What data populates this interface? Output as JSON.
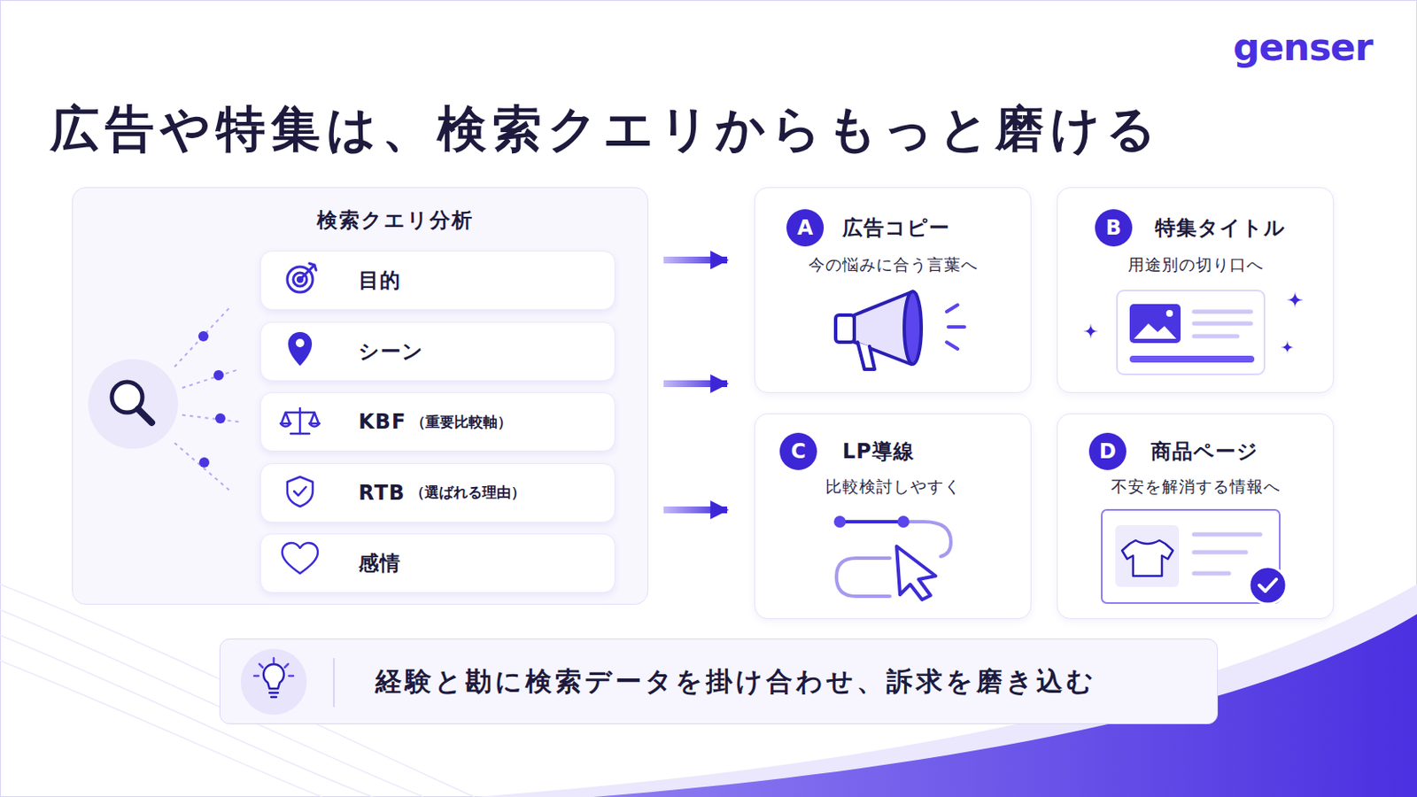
{
  "diagram": {
    "title": "広告や特集は、検索クエリからもっと磨ける",
    "nodes": [
      {
        "text": [
          "検索クエリ分析"
        ]
      },
      {
        "text": [
          "目的"
        ],
        "in": 0
      },
      {
        "text": [
          "シーン"
        ],
        "in": 0
      },
      {
        "text": [
          "KBF",
          "（重要比較軸）"
        ],
        "in": 0
      },
      {
        "text": [
          "RTB",
          "（選ばれる理由）"
        ],
        "in": 0
      },
      {
        "text": [
          "感情"
        ],
        "in": 0
      },
      {
        "text": [
          "広告コピー",
          "今の悩みに合う言葉へ"
        ]
      },
      {
        "text": [
          "A"
        ],
        "in": 6
      },
      {
        "text": [
          "特集タイトル",
          "用途別の切り口へ"
        ]
      },
      {
        "text": [
          "B"
        ],
        "in": 8
      },
      {
        "text": [
          "LP導線",
          "比較検討しやすく"
        ]
      },
      {
        "text": [
          "C"
        ],
        "in": 10
      },
      {
        "text": [
          "商品ページ",
          "不安を解消する情報へ"
        ]
      },
      {
        "text": [
          "D"
        ],
        "in": 12
      },
      {
        "text": [
          "経験と勘に検索データを掛け合わせ、訴求を磨き込む"
        ]
      }
    ],
    "edges": [
      {
        "from": 0,
        "to": 6,
        "arrow": "to"
      },
      {
        "from": 0,
        "to": 6,
        "arrow": "to"
      },
      {
        "from": 0,
        "to": 10,
        "arrow": "to"
      }
    ],
    "labels": [
      "genser"
    ]
  }
}
